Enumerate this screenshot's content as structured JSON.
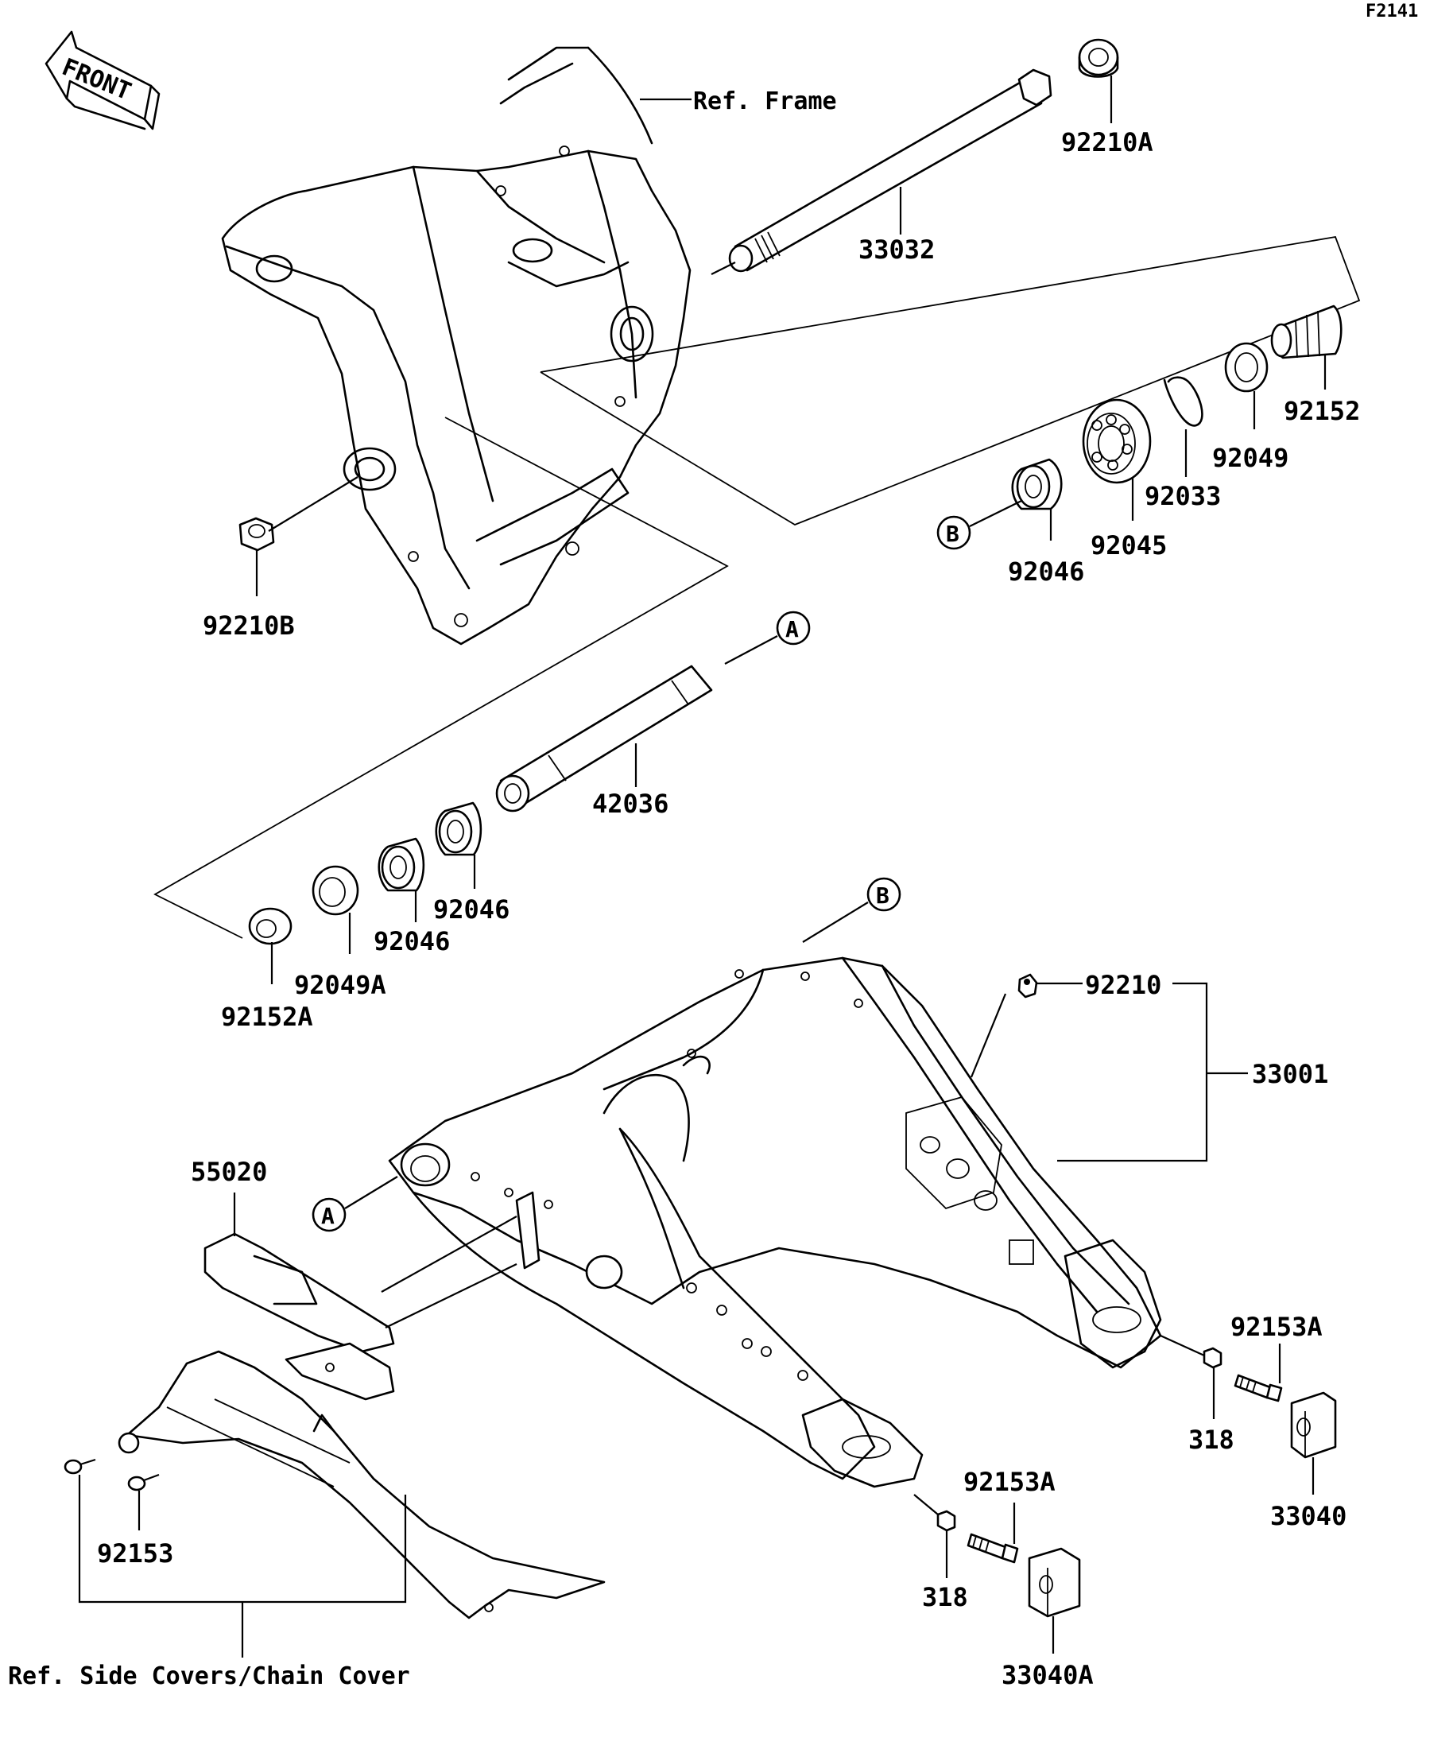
{
  "figure_code": "F2141",
  "front_arrow_label": "FRONT",
  "references": {
    "frame": "Ref. Frame",
    "side_covers": "Ref. Side Covers/Chain Cover"
  },
  "callout_markers": [
    "A",
    "B"
  ],
  "part_numbers": {
    "p92210A": "92210A",
    "p33032": "33032",
    "p92152": "92152",
    "p92049": "92049",
    "p92033": "92033",
    "p92045": "92045",
    "p92046_b": "92046",
    "p92210B": "92210B",
    "p42036": "42036",
    "p92046_a1": "92046",
    "p92046_a2": "92046",
    "p92049A": "92049A",
    "p92152A": "92152A",
    "p92210": "92210",
    "p33001": "33001",
    "p55020": "55020",
    "p92153A_r": "92153A",
    "p318_r": "318",
    "p33040": "33040",
    "p92153": "92153",
    "p92153A_l": "92153A",
    "p318_l": "318",
    "p33040A": "33040A"
  }
}
